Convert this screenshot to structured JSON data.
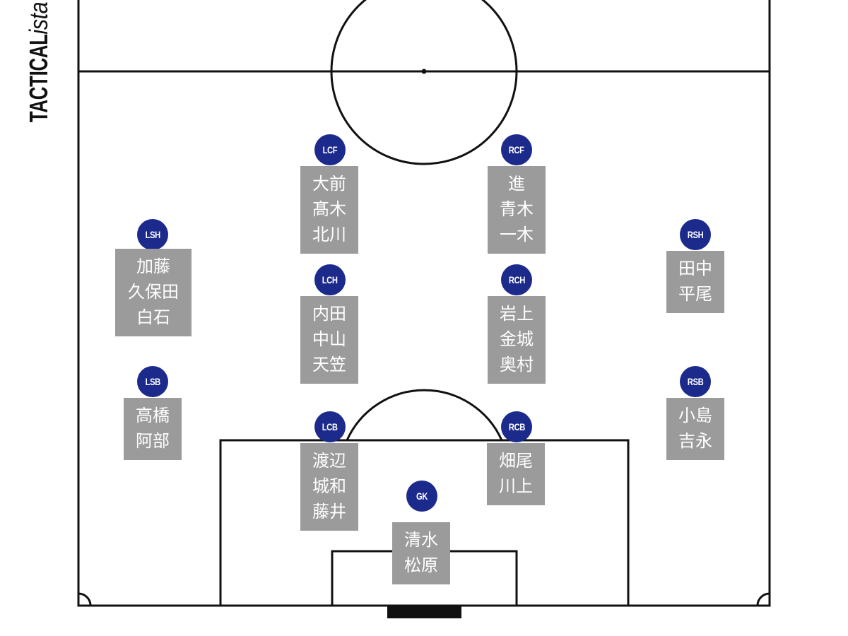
{
  "brand": {
    "part1": "TACTICAL",
    "part2": "ista"
  },
  "colors": {
    "badge": "#1c2a8c",
    "card": "#9b9b9b",
    "line": "#111111"
  },
  "positions": [
    {
      "id": "lcf",
      "label": "LCF",
      "players": [
        "大前",
        "髙木",
        "北川"
      ]
    },
    {
      "id": "rcf",
      "label": "RCF",
      "players": [
        "進",
        "青木",
        "一木"
      ]
    },
    {
      "id": "lsh",
      "label": "LSH",
      "players": [
        "加藤",
        "久保田",
        "白石"
      ]
    },
    {
      "id": "rsh",
      "label": "RSH",
      "players": [
        "田中",
        "平尾"
      ]
    },
    {
      "id": "lch",
      "label": "LCH",
      "players": [
        "内田",
        "中山",
        "天笠"
      ]
    },
    {
      "id": "rch",
      "label": "RCH",
      "players": [
        "岩上",
        "金城",
        "奥村"
      ]
    },
    {
      "id": "lsb",
      "label": "LSB",
      "players": [
        "高橋",
        "阿部"
      ]
    },
    {
      "id": "rsb",
      "label": "RSB",
      "players": [
        "小島",
        "吉永"
      ]
    },
    {
      "id": "lcb",
      "label": "LCB",
      "players": [
        "渡辺",
        "城和",
        "藤井"
      ]
    },
    {
      "id": "rcb",
      "label": "RCB",
      "players": [
        "畑尾",
        "川上"
      ]
    },
    {
      "id": "gk",
      "label": "GK",
      "players": [
        "清水",
        "松原"
      ]
    }
  ]
}
